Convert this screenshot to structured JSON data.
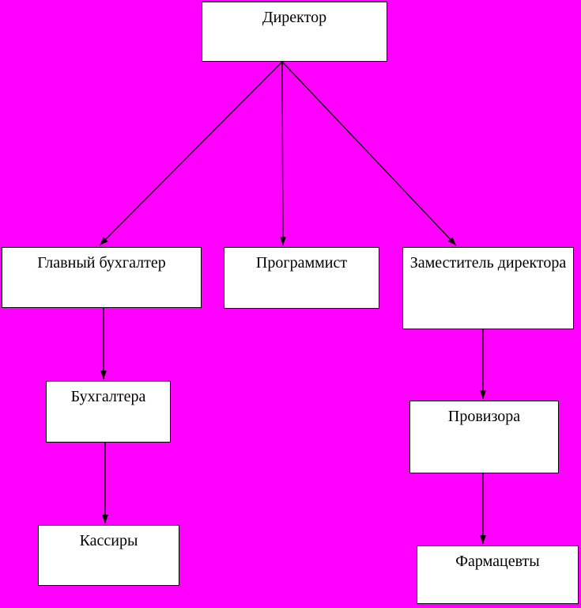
{
  "diagram": {
    "type": "org-chart",
    "background_color": "#FF00FF",
    "node_fill_color": "#FFFFFF",
    "node_border_color": "#000000",
    "text_color": "#000000",
    "nodes": {
      "director": {
        "label": "Директор"
      },
      "chief_accountant": {
        "label": "Главный бухгалтер"
      },
      "programmer": {
        "label": "Программист"
      },
      "deputy_director": {
        "label": "Заместитель директора"
      },
      "accountants": {
        "label": "Бухгалтера"
      },
      "cashiers": {
        "label": "Кассиры"
      },
      "provisors": {
        "label": "Провизора"
      },
      "pharmacists": {
        "label": "Фармацевты"
      }
    },
    "edges": [
      {
        "from": "director",
        "to": "chief_accountant"
      },
      {
        "from": "director",
        "to": "programmer"
      },
      {
        "from": "director",
        "to": "deputy_director"
      },
      {
        "from": "chief_accountant",
        "to": "accountants"
      },
      {
        "from": "accountants",
        "to": "cashiers"
      },
      {
        "from": "deputy_director",
        "to": "provisors"
      },
      {
        "from": "provisors",
        "to": "pharmacists"
      }
    ]
  }
}
